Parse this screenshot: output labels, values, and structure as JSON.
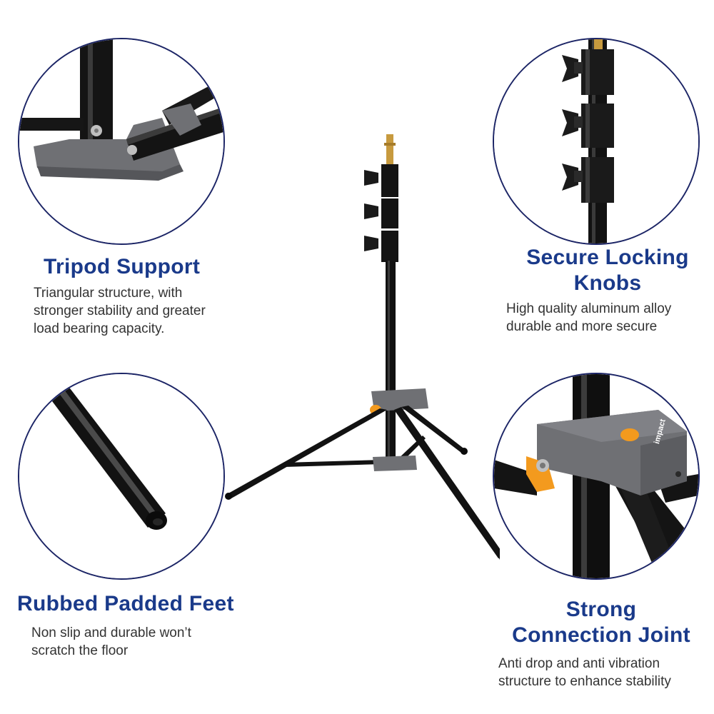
{
  "colors": {
    "title": "#1a3a8a",
    "body_text": "#333333",
    "circle_border": "#1c2566",
    "metal": "#111111",
    "plastic_gray": "#6f7074",
    "accent_orange": "#f39a1e",
    "brass": "#c79a3e"
  },
  "features": {
    "tripod": {
      "title": "Tripod Support",
      "desc": "Triangular structure, with\nstronger stability and greater\nload bearing capacity."
    },
    "knobs": {
      "title": "Secure Locking\nKnobs",
      "desc": "High quality aluminum alloy\ndurable and more secure"
    },
    "feet": {
      "title": "Rubbed Padded Feet",
      "desc": "Non slip and durable won’t\nscratch the floor"
    },
    "joint": {
      "title": "Strong\nConnection Joint",
      "desc": "Anti drop and anti vibration\nstructure to enhance stability",
      "brand_label": "impact"
    }
  }
}
